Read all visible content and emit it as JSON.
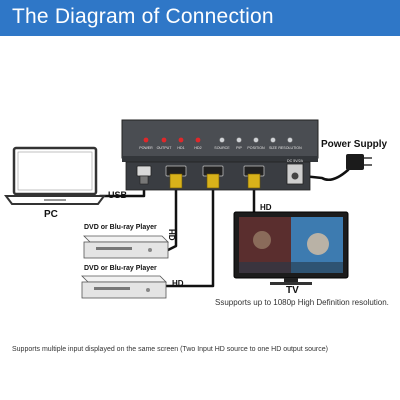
{
  "header": {
    "title": "The Diagram of Connection",
    "background_color": "#2f77c7"
  },
  "device": {
    "indicator_labels": [
      "POWER",
      "OUTPUT",
      "HD1",
      "HD2"
    ],
    "button_labels": [
      "SOURCE",
      "PIP",
      "POSITION",
      "SIZE",
      "RESOLUTION"
    ],
    "dc_label": "DC 5V/2A",
    "led_color": "#e0282a"
  },
  "labels": {
    "power_supply": "Power Supply",
    "usb": "USB",
    "pc": "PC",
    "dvd_1": "DVD or Blu-ray Player",
    "dvd_2": "DVD or Blu-ray Player",
    "hd_vertical": "HD",
    "hd_lower": "HD",
    "hd_tv": "HD",
    "tv": "TV"
  },
  "notes": {
    "tv_support": "Ssupports up to 1080p High Definition resolution.",
    "bottom": "Supports multiple input displayed on the same screen (Two Input HD source to one HD output source)"
  },
  "connector_color": "#d8b21a"
}
